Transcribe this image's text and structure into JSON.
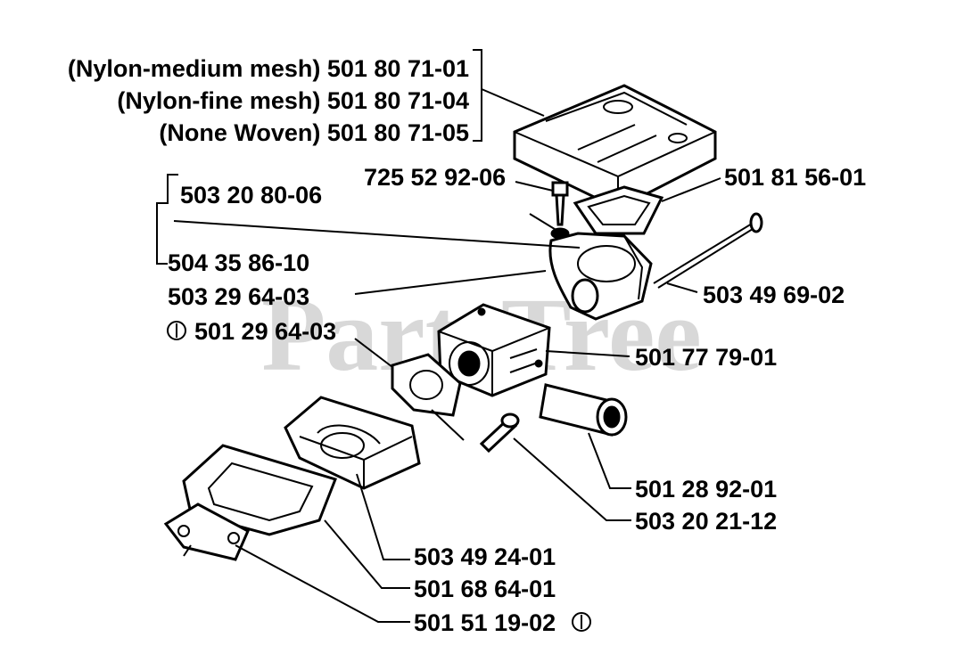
{
  "watermark": "PartsTree",
  "callouts": {
    "filter_nylon_medium": "(Nylon-medium mesh) 501 80 71-01",
    "filter_nylon_fine": "(Nylon-fine mesh) 501 80 71-04",
    "filter_none_woven": "(None Woven) 501 80 71-05",
    "screw_top": "725 52 92-06",
    "gasket_top": "501 81 56-01",
    "bracket_a": "503 20 80-06",
    "bracket_b": "504 35 86-10",
    "holder": "503 29 64-03",
    "holder_alt": "501 29 64-03",
    "rod": "503 49 69-02",
    "carburetor": "501 77 79-01",
    "fuel_filter": "501 28 92-01",
    "screw_bottom": "503 20 21-12",
    "intake_box": "503 49 24-01",
    "intake_gasket": "501 68 64-01",
    "flange_gasket": "501 51 19-02"
  },
  "symbols": {
    "circled_one_icon": "circled-one"
  }
}
